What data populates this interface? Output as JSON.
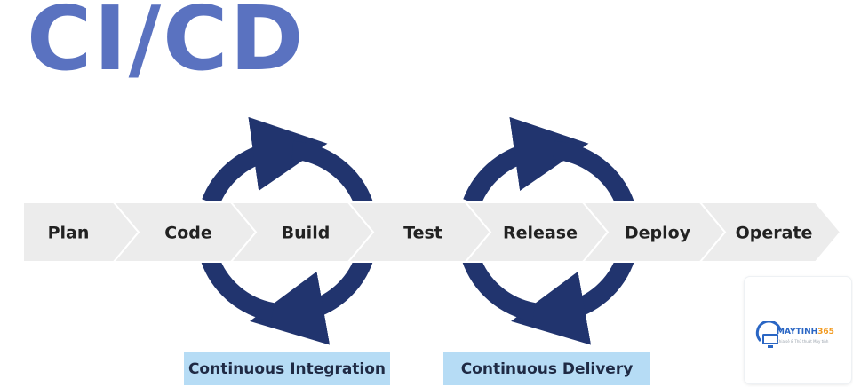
{
  "title": "CI/CD",
  "stages": [
    "Plan",
    "Code",
    "Build",
    "Test",
    "Release",
    "Deploy",
    "Operate"
  ],
  "cycles": [
    {
      "label": "Continuous Integration"
    },
    {
      "label": "Continuous Delivery"
    }
  ],
  "logo": {
    "name_part1": "MAYTINH",
    "name_part2": "365",
    "tagline": "Chia sẻ & Thủ thuật Máy tính"
  },
  "colors": {
    "title": "#5a72c0",
    "arrow": "#21346e",
    "chevron": "#ececec",
    "chevron_edge": "#ffffff",
    "stage_text": "#222222",
    "cycle_box": "#b6dcf5",
    "cycle_text": "#1f2a44",
    "logo_blue": "#2a66c4",
    "logo_orange": "#f29a1f"
  }
}
